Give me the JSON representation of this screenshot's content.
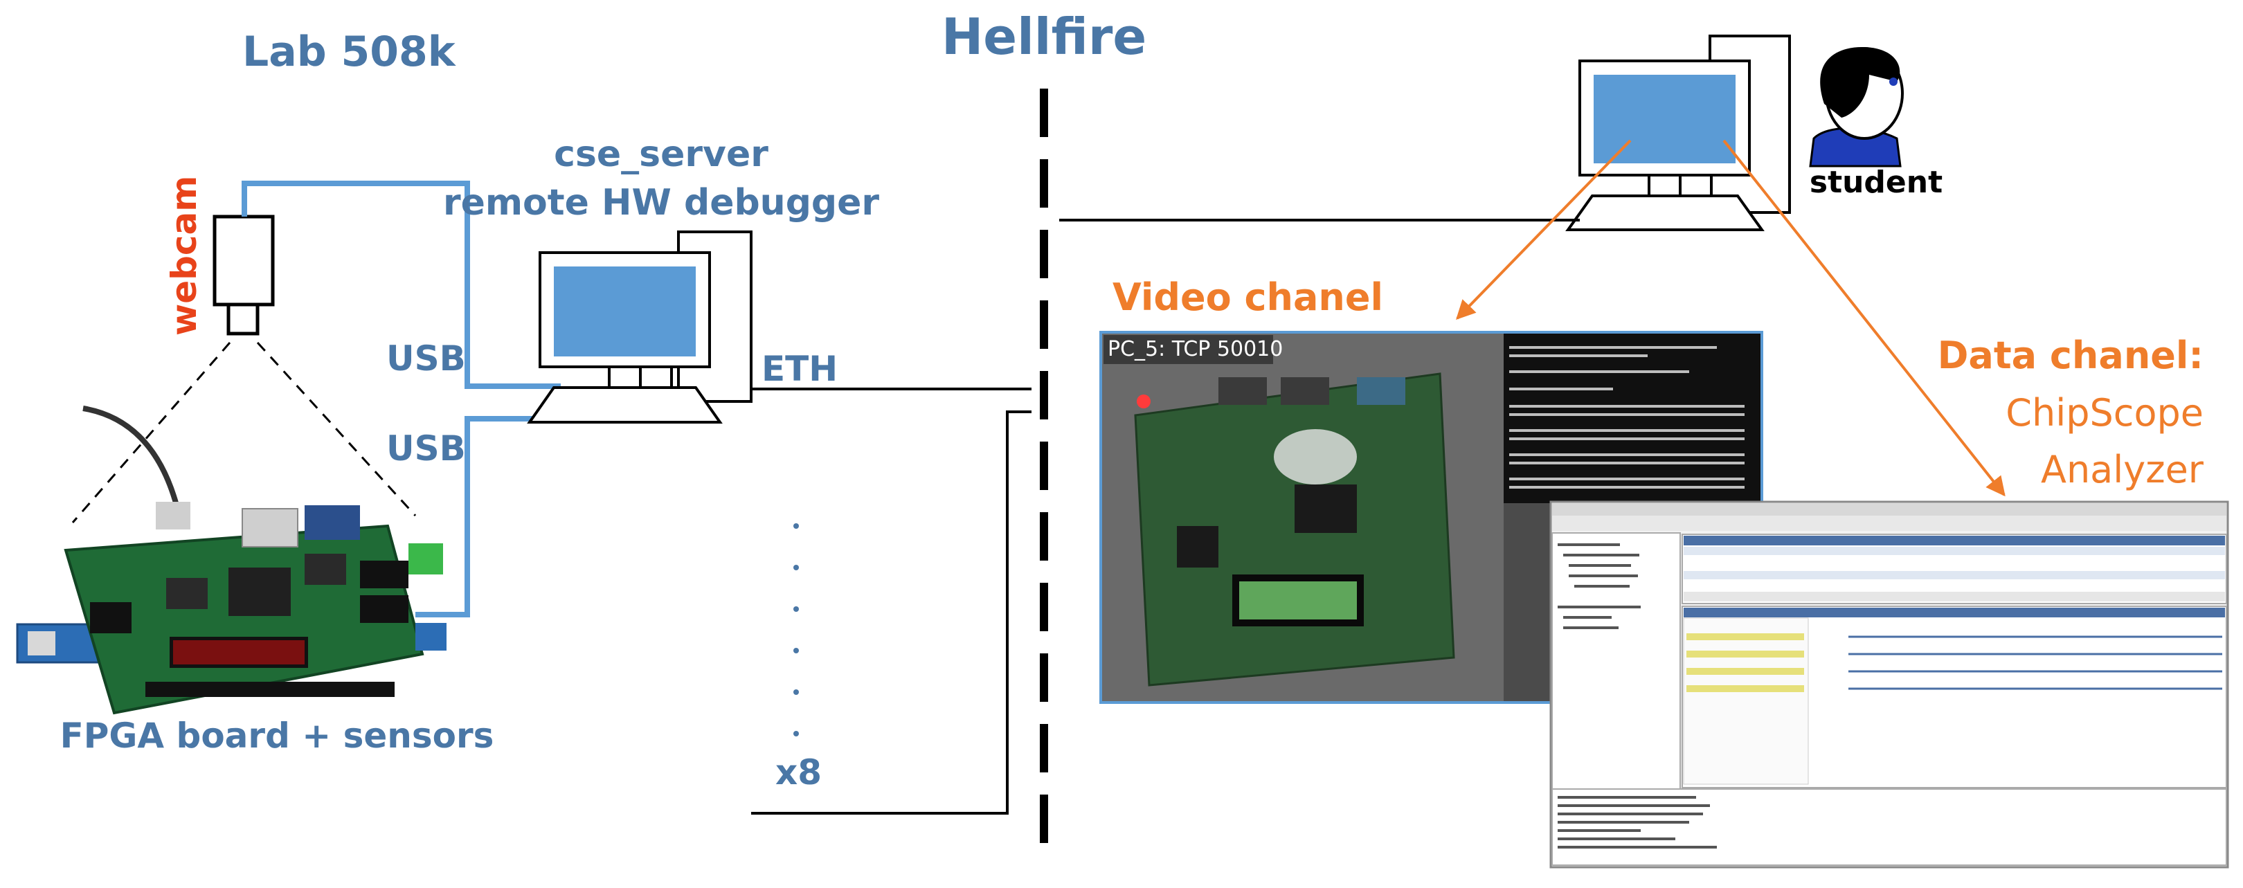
{
  "left_title": "Lab 508k",
  "firewall_label": "Hellfire",
  "server": {
    "line1": "cse_server",
    "line2": "remote HW debugger"
  },
  "webcam_label": "webcam",
  "usb_label_1": "USB",
  "usb_label_2": "USB",
  "eth_label": "ETH",
  "board_caption": "FPGA board + sensors",
  "multiplier_label": "x8",
  "student_label": "student",
  "video_channel": {
    "title": "Video chanel",
    "overlay": "PC_5: TCP 50010"
  },
  "data_channel": {
    "title": "Data chanel:",
    "line2": "ChipScope",
    "line3": "Analyzer"
  },
  "colors": {
    "blue_text": "#4a77a6",
    "orange": "#ef7d2b",
    "red": "#e8431a",
    "cable": "#5b9bd5",
    "monitor_screen": "#5b9bd5"
  }
}
